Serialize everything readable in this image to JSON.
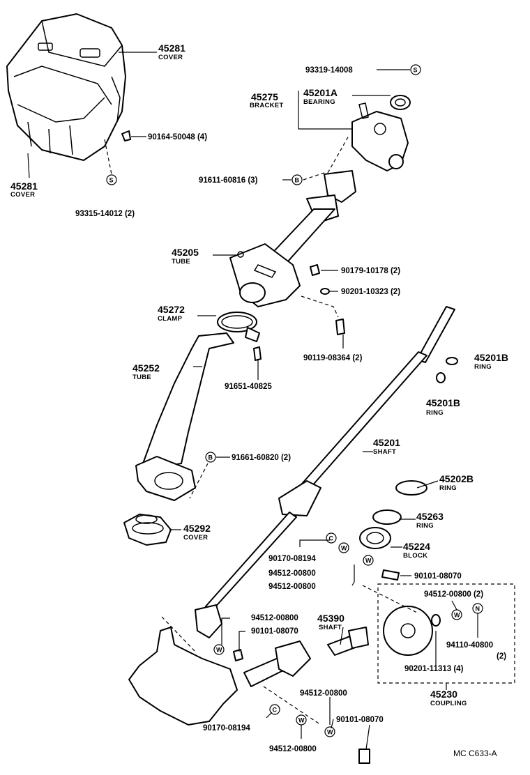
{
  "parts": {
    "cover_top": {
      "number": "45281",
      "label": "COVER"
    },
    "cover_bottom": {
      "number": "45281",
      "label": "COVER"
    },
    "bracket": {
      "number": "45275",
      "label": "BRACKET"
    },
    "bearing": {
      "number": "45201A",
      "label": "BEARING"
    },
    "tube_upper": {
      "number": "45205",
      "label": "TUBE"
    },
    "clamp": {
      "number": "45272",
      "label": "CLAMP"
    },
    "tube_lower": {
      "number": "45252",
      "label": "TUBE"
    },
    "ring_b1": {
      "number": "45201B",
      "label": "RING"
    },
    "ring_b2": {
      "number": "45201B",
      "label": "RING"
    },
    "shaft_main": {
      "number": "45201",
      "label": "SHAFT"
    },
    "ring_202b": {
      "number": "45202B",
      "label": "RING"
    },
    "ring_263": {
      "number": "45263",
      "label": "RING"
    },
    "block": {
      "number": "45224",
      "label": "BLOCK"
    },
    "cover_292": {
      "number": "45292",
      "label": "COVER"
    },
    "shaft_390": {
      "number": "45390",
      "label": "SHAFT"
    },
    "coupling": {
      "number": "45230",
      "label": "COUPLING"
    }
  },
  "fasteners": {
    "f1": "93319-14008",
    "f2": "90164-50048 (4)",
    "f3": "93315-14012 (2)",
    "f4": "91611-60816 (3)",
    "f5": "90179-10178 (2)",
    "f6": "90201-10323 (2)",
    "f7": "90119-08364 (2)",
    "f8": "91651-40825",
    "f9": "91661-60820 (2)",
    "f10": "90170-08194",
    "f11": "94512-00800",
    "f12": "94512-00800",
    "f13": "90101-08070",
    "f14": "94512-00800 (2)",
    "f15": "94110-40800",
    "f15q": "(2)",
    "f16": "90201-11313 (4)",
    "f17": "94512-00800",
    "f18": "90101-08070",
    "f19": "94512-00800",
    "f20": "90101-08070",
    "f21": "90170-08194",
    "f22": "94512-00800"
  },
  "symbols": {
    "S": "S",
    "B": "B",
    "W": "W",
    "N": "N",
    "C": "C"
  },
  "footer": {
    "code": "MC  C633-A"
  }
}
